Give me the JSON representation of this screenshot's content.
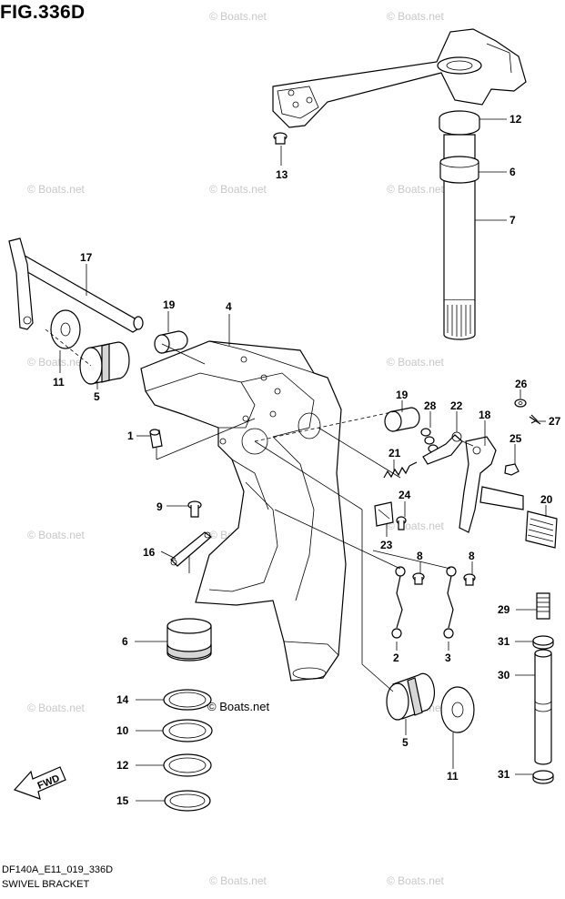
{
  "figure_title": "FIG.336D",
  "footer": {
    "code": "DF140A_E11_019_336D",
    "name": "SWIVEL BRACKET"
  },
  "watermark_text": "© Boats.net",
  "fwd_label": "FWD",
  "part_labels": [
    "12",
    "13",
    "6",
    "7",
    "17",
    "19",
    "4",
    "11",
    "5",
    "1",
    "26",
    "27",
    "19",
    "28",
    "22",
    "18",
    "25",
    "21",
    "24",
    "20",
    "23",
    "9",
    "16",
    "8",
    "8",
    "2",
    "3",
    "29",
    "31",
    "6",
    "30",
    "14",
    "10",
    "12",
    "15",
    "5",
    "11",
    "31"
  ],
  "colors": {
    "line": "#000000",
    "watermark": "#c8c8c8",
    "background": "#ffffff"
  }
}
